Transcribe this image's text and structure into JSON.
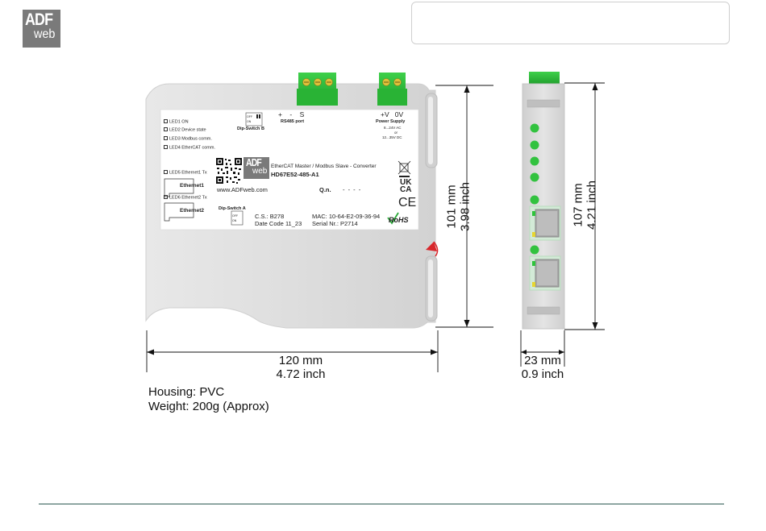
{
  "logo": {
    "line1": "ADF",
    "line2": "web"
  },
  "device": {
    "leds": [
      "LED1 ON",
      "LED2 Device state",
      "LED3 Modbus comm.",
      "LED4 EtherCAT comm."
    ],
    "led5": "LED5 Ethernet1 Tx",
    "led6": "LED6 Ethernet2 Tx",
    "ethernet1": "Ethernet1",
    "ethernet2": "Ethernet2",
    "dipswitch_b": "Dip-Switch B",
    "dipswitch_a": "Dip-Switch A",
    "dip_off": "OFF",
    "dip_on": "ON",
    "rs485_pins": "+    -    S",
    "rs485_label": "RS485 port",
    "power_pins": "+V   0V",
    "power_label": "Power Supply",
    "power_spec1": "8...24V AC",
    "power_spec2": "or",
    "power_spec3": "12...35V DC",
    "brand_line1": "ADF",
    "brand_line2": "web",
    "product_desc": "EtherCAT Master / Modbus Slave - Converter",
    "product_code": "HD67E52-485-A1",
    "website": "www.ADFweb.com",
    "qn_label": "Q.n.",
    "qn_value": "- - - -",
    "cs": "C.S.: B278",
    "date_code": "Date Code  11_23",
    "mac": "MAC: 10-64-E2-09-36-94",
    "serial": "Serial Nr.: P2714",
    "ukca_1": "UK",
    "ukca_2": "CA",
    "ce": "CE",
    "rohs": "RoHS"
  },
  "dimensions": {
    "width_mm": "120 mm",
    "width_inch": "4.72 inch",
    "height_front_mm": "101 mm",
    "height_front_inch": "3.98  inch",
    "height_side_mm": "107 mm",
    "height_side_inch": "4.21 inch",
    "depth_mm": "23 mm",
    "depth_inch": "0.9 inch"
  },
  "specs": {
    "housing": "Housing: PVC",
    "weight": "Weight: 200g (Approx)"
  }
}
